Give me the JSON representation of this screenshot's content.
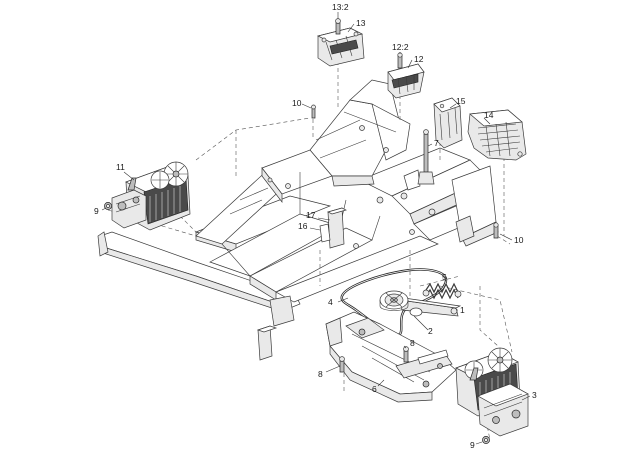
{
  "diagram": {
    "callouts": [
      {
        "id": "c-13-2",
        "text": "13:2"
      },
      {
        "id": "c-13",
        "text": "13"
      },
      {
        "id": "c-12-2",
        "text": "12:2"
      },
      {
        "id": "c-12",
        "text": "12"
      },
      {
        "id": "c-10-top",
        "text": "10"
      },
      {
        "id": "c-15",
        "text": "15"
      },
      {
        "id": "c-14",
        "text": "14"
      },
      {
        "id": "c-7",
        "text": "7"
      },
      {
        "id": "c-11",
        "text": "11"
      },
      {
        "id": "c-9-left",
        "text": "9"
      },
      {
        "id": "c-17",
        "text": "17"
      },
      {
        "id": "c-16",
        "text": "16"
      },
      {
        "id": "c-10-right",
        "text": "10"
      },
      {
        "id": "c-5",
        "text": "5"
      },
      {
        "id": "c-4",
        "text": "4"
      },
      {
        "id": "c-1",
        "text": "1"
      },
      {
        "id": "c-2",
        "text": "2"
      },
      {
        "id": "c-8-upper",
        "text": "8"
      },
      {
        "id": "c-8-lower",
        "text": "8"
      },
      {
        "id": "c-6",
        "text": "6"
      },
      {
        "id": "c-3",
        "text": "3"
      },
      {
        "id": "c-9-bottom",
        "text": "9"
      }
    ]
  }
}
